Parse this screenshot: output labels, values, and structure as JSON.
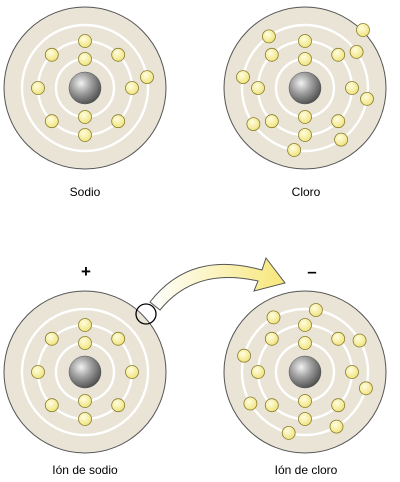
{
  "atoms": {
    "sodium": {
      "label": "Sodio"
    },
    "chlorine": {
      "label": "Cloro"
    },
    "sodium_ion": {
      "label": "Ión de sodio",
      "charge": "+"
    },
    "chloride_ion": {
      "label": "Ión de cloro",
      "charge": "–"
    }
  },
  "colors": {
    "atom_fill": "#e9e4d6",
    "atom_outline": "#555555",
    "shell_ring": "#ffffff",
    "nucleus": "#8a8a8a",
    "electron": "#f7ef8e",
    "electron_outline": "#8a7d2a",
    "arrow": "#fbf0a0"
  }
}
